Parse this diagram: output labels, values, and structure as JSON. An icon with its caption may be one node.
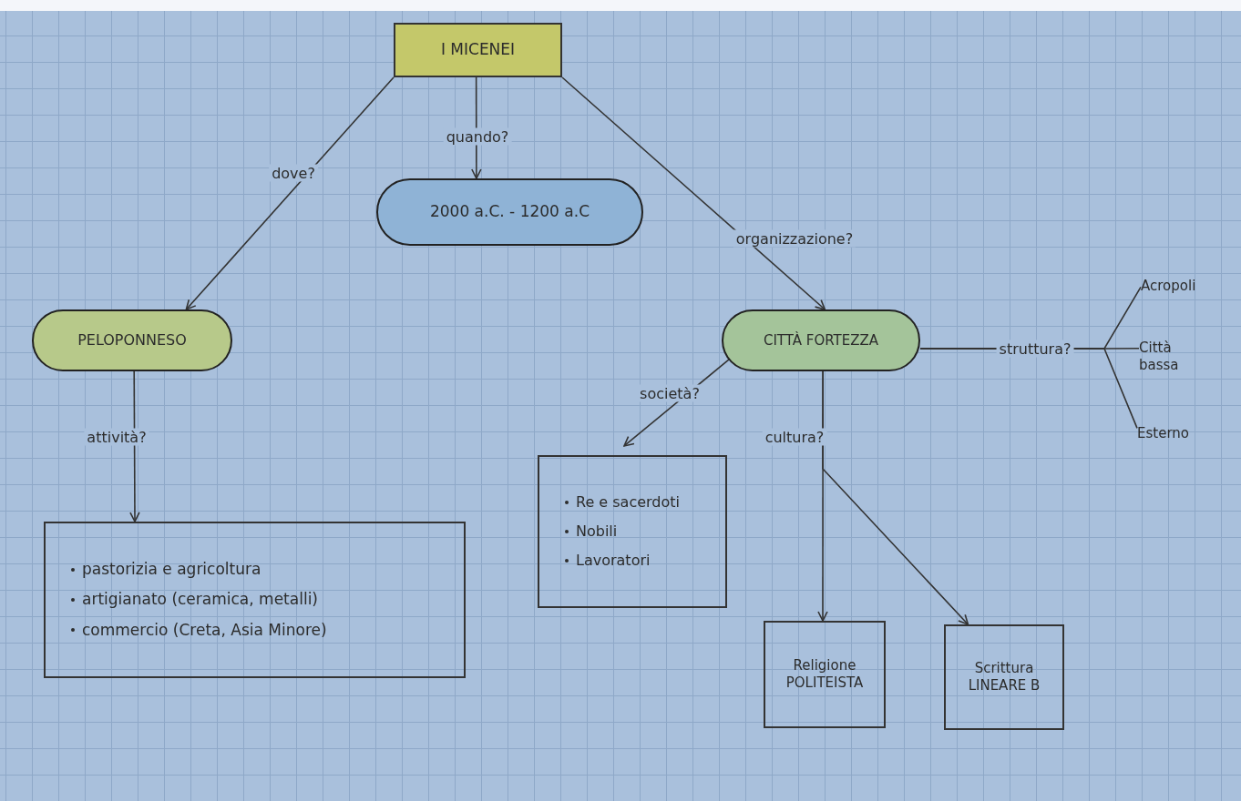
{
  "diagram": {
    "nodes": [
      {
        "text": [
          "I MICENEI"
        ]
      },
      {
        "text": [
          "2000 a.C. - 1200 a.C"
        ]
      },
      {
        "text": [
          "PELOPONNESO"
        ]
      },
      {
        "text": [
          "pastorizia e agricoltura",
          "artigianato (ceramica, metalli)",
          "commercio (Creta, Asia Minore)"
        ]
      },
      {
        "text": [
          "CITTÀ FORTEZZA"
        ]
      },
      {
        "text": [
          "Re e sacerdoti",
          "Nobili",
          "Lavoratori"
        ]
      },
      {
        "text": [
          "Religione POLITEISTA"
        ]
      },
      {
        "text": [
          "Scrittura LINEARE B"
        ]
      },
      {
        "text": [
          "Acropoli"
        ]
      },
      {
        "text": [
          "Città bassa"
        ]
      },
      {
        "text": [
          "Esterno"
        ]
      }
    ],
    "edges": [
      {
        "from": 0,
        "to": 2,
        "arrow": "to",
        "label": "dove?"
      },
      {
        "from": 0,
        "to": 1,
        "arrow": "to",
        "label": "quando?"
      },
      {
        "from": 0,
        "to": 4,
        "arrow": "to",
        "label": "organizzazione?"
      },
      {
        "from": 2,
        "to": 3,
        "arrow": "to",
        "label": "attività?"
      },
      {
        "from": 4,
        "to": 5,
        "arrow": "to",
        "label": "società?"
      },
      {
        "from": 4,
        "to": 6,
        "arrow": "to",
        "label": "cultura?"
      },
      {
        "from": 4,
        "to": 7,
        "arrow": "to"
      },
      {
        "from": 4,
        "to": 8,
        "arrow": "none"
      },
      {
        "from": 4,
        "to": 9,
        "arrow": "none",
        "label": "struttura?"
      },
      {
        "from": 4,
        "to": 10,
        "arrow": "none"
      }
    ]
  }
}
